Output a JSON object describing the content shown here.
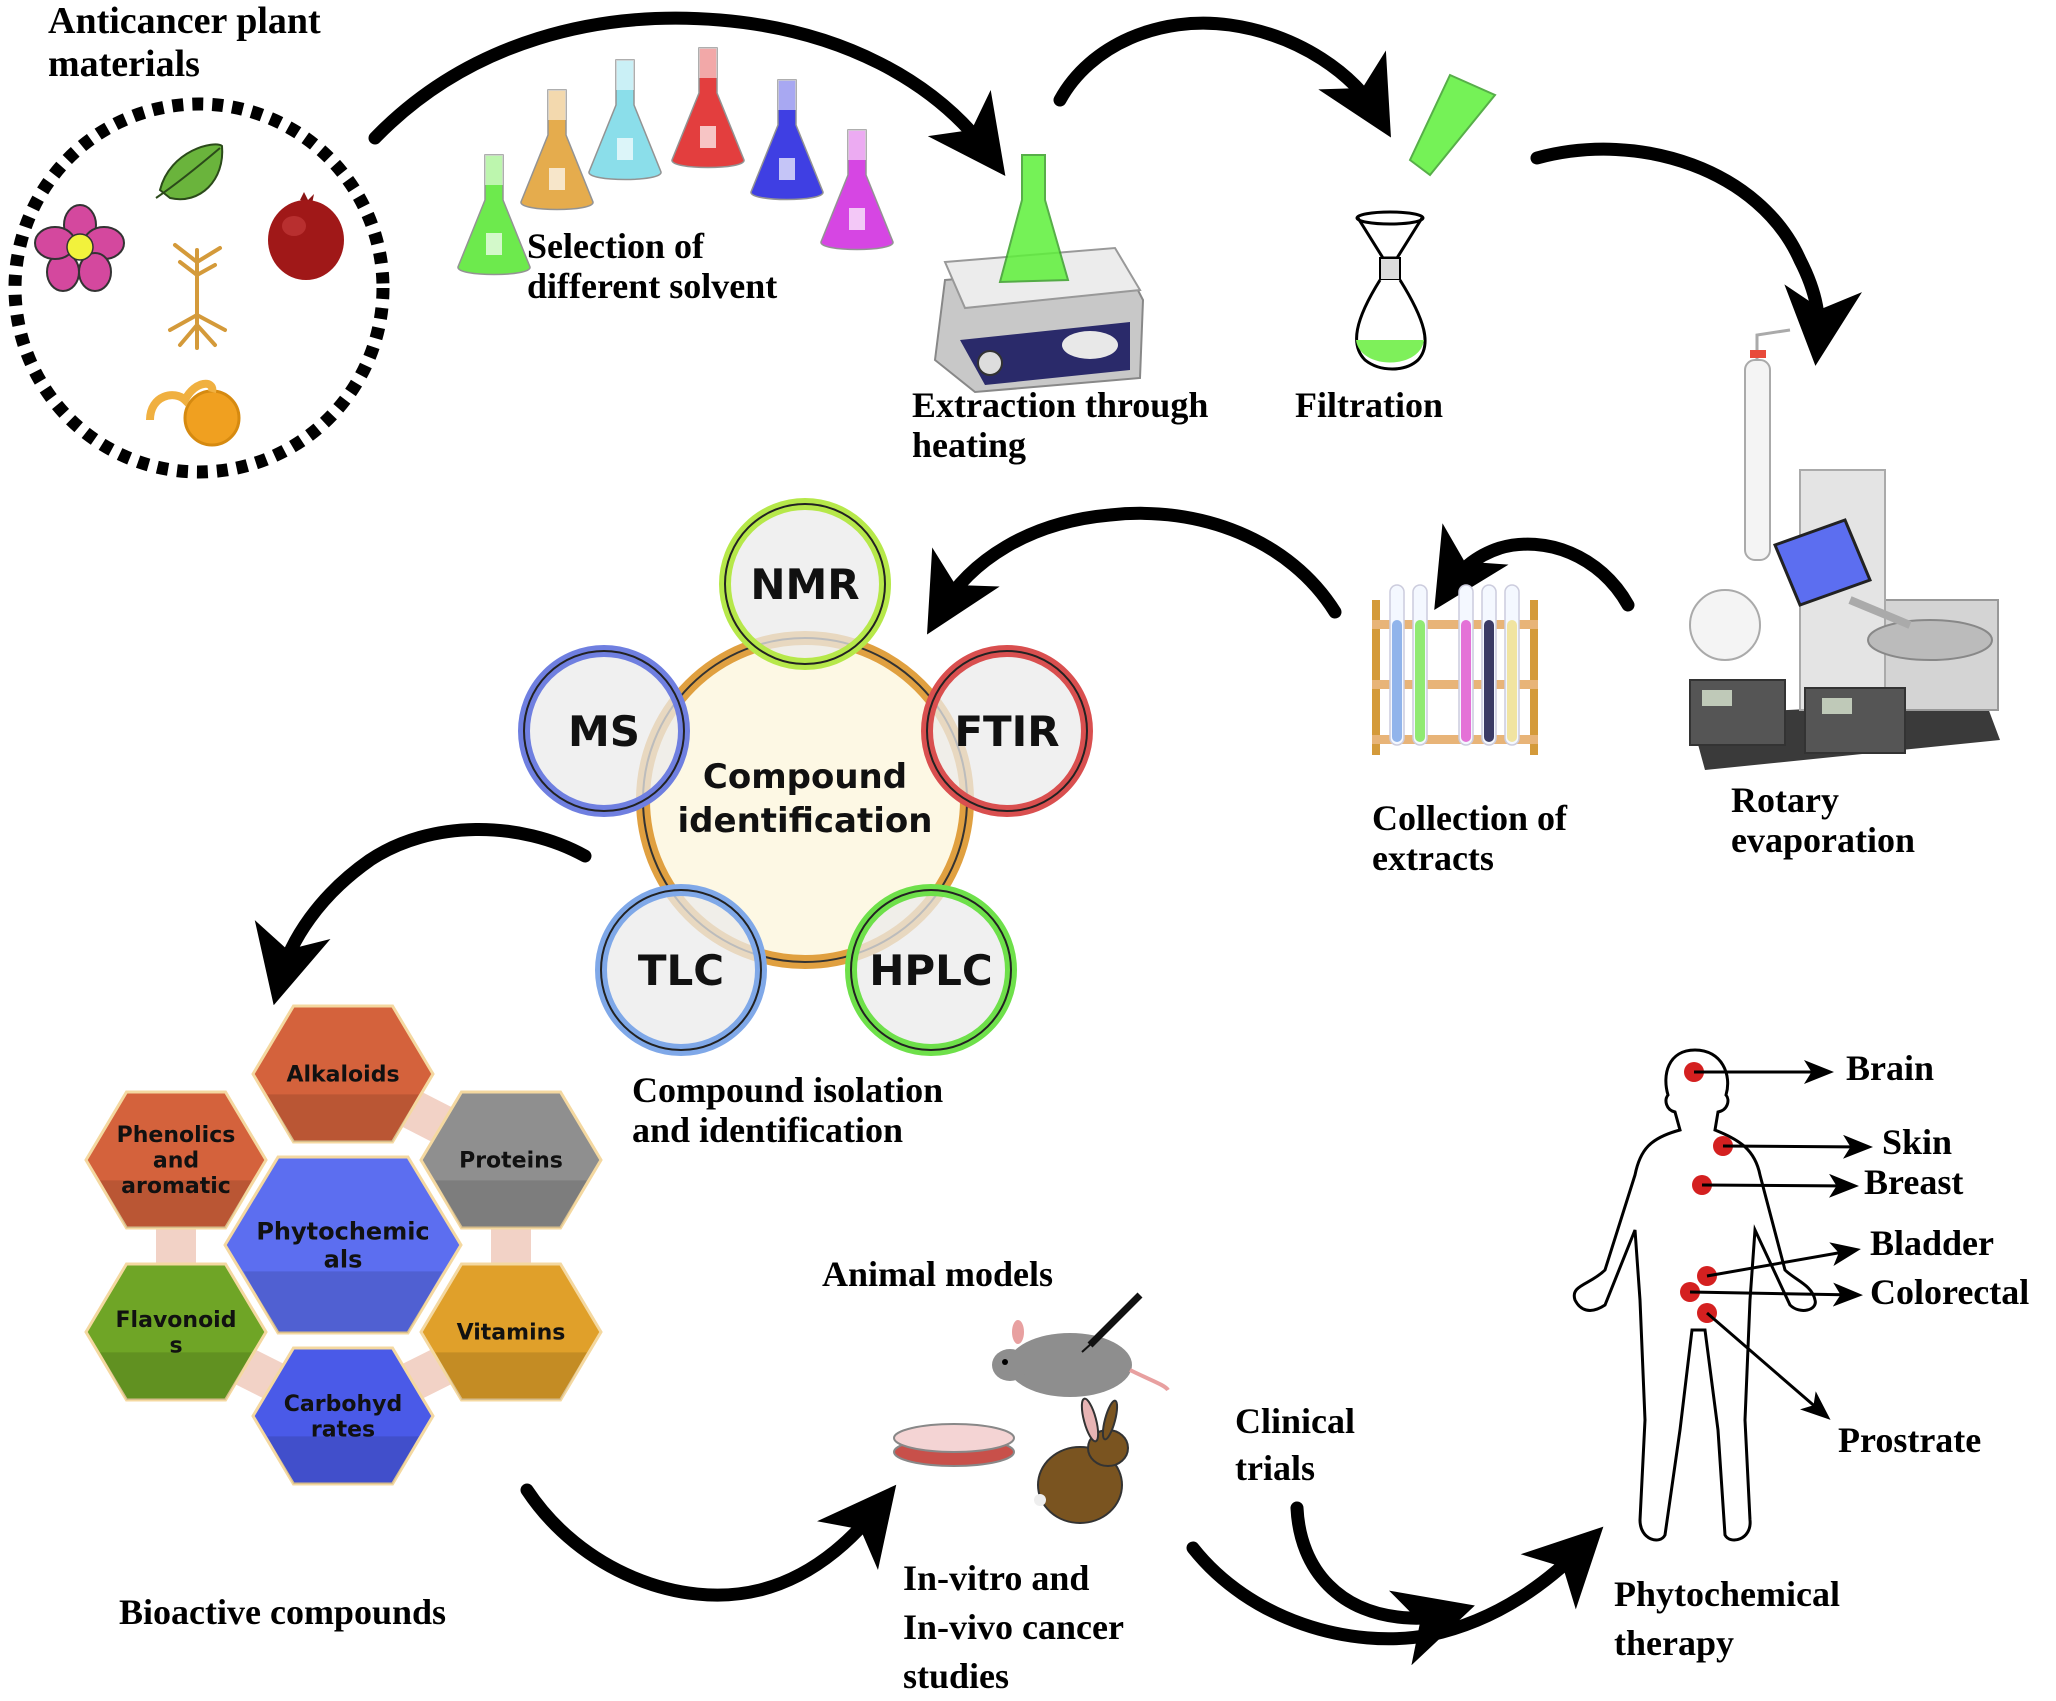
{
  "title": "Anticancer phytochemical discovery workflow",
  "steps": {
    "plant_materials": {
      "lines": [
        "Anticancer plant",
        "materials"
      ]
    },
    "solvent": {
      "lines": [
        "Selection of",
        "different solvent"
      ]
    },
    "extraction": {
      "lines": [
        "Extraction through",
        "heating"
      ]
    },
    "filtration": {
      "lines": [
        "Filtration"
      ]
    },
    "rotary": {
      "lines": [
        "Rotary",
        "evaporation"
      ]
    },
    "collection": {
      "lines": [
        "Collection of",
        "extracts"
      ]
    },
    "isolation": {
      "lines": [
        "Compound isolation",
        "and identification"
      ]
    },
    "bioactive": {
      "lines": [
        "Bioactive compounds"
      ]
    },
    "animal_models": {
      "lines": [
        "Animal models"
      ]
    },
    "invitro": {
      "lines": [
        "In-vitro and",
        "In-vivo cancer",
        "studies"
      ]
    },
    "clinical": {
      "lines": [
        "Clinical",
        "trials"
      ]
    },
    "therapy": {
      "lines": [
        "Phytochemical",
        "therapy"
      ]
    }
  },
  "plant_icons": [
    "leaf-icon",
    "flower-icon",
    "pomegranate-icon",
    "root-icon",
    "orange-peel-icon"
  ],
  "solvent_flasks": [
    {
      "name": "green",
      "color": "#5ee83a"
    },
    {
      "name": "orange",
      "color": "#e3a43a"
    },
    {
      "name": "cyan",
      "color": "#7fdbe8"
    },
    {
      "name": "red",
      "color": "#e02a2a"
    },
    {
      "name": "blue",
      "color": "#2b2be0"
    },
    {
      "name": "magenta",
      "color": "#d233e0"
    }
  ],
  "identification": {
    "center": [
      "Compound",
      "identification"
    ],
    "techniques": [
      {
        "label": "NMR",
        "color": "#b6e84a"
      },
      {
        "label": "MS",
        "color": "#6f7fe0"
      },
      {
        "label": "FTIR",
        "color": "#d94f4f"
      },
      {
        "label": "TLC",
        "color": "#7fa8e8"
      },
      {
        "label": "HPLC",
        "color": "#6ee04a"
      }
    ]
  },
  "compounds": {
    "center": {
      "lines": [
        "Phytochemic",
        "als"
      ],
      "color": "#5c6ef0"
    },
    "items": [
      {
        "lines": [
          "Alkaloids"
        ],
        "color": "#d4623c"
      },
      {
        "lines": [
          "Phenolics",
          "and",
          "aromatic"
        ],
        "color": "#d4623c"
      },
      {
        "lines": [
          "Proteins"
        ],
        "color": "#8f8f8f"
      },
      {
        "lines": [
          "Flavonoid",
          "s"
        ],
        "color": "#6fa526"
      },
      {
        "lines": [
          "Vitamins"
        ],
        "color": "#e0a02a"
      },
      {
        "lines": [
          "Carbohyd",
          "rates"
        ],
        "color": "#4a5ae8"
      }
    ]
  },
  "cancer_sites": [
    "Brain",
    "Skin",
    "Breast",
    "Bladder",
    "Colorectal",
    "Prostrate"
  ],
  "colors": {
    "arrow": "#000000",
    "site_dot": "#d42020",
    "identification_center": "#fdf8e4"
  }
}
